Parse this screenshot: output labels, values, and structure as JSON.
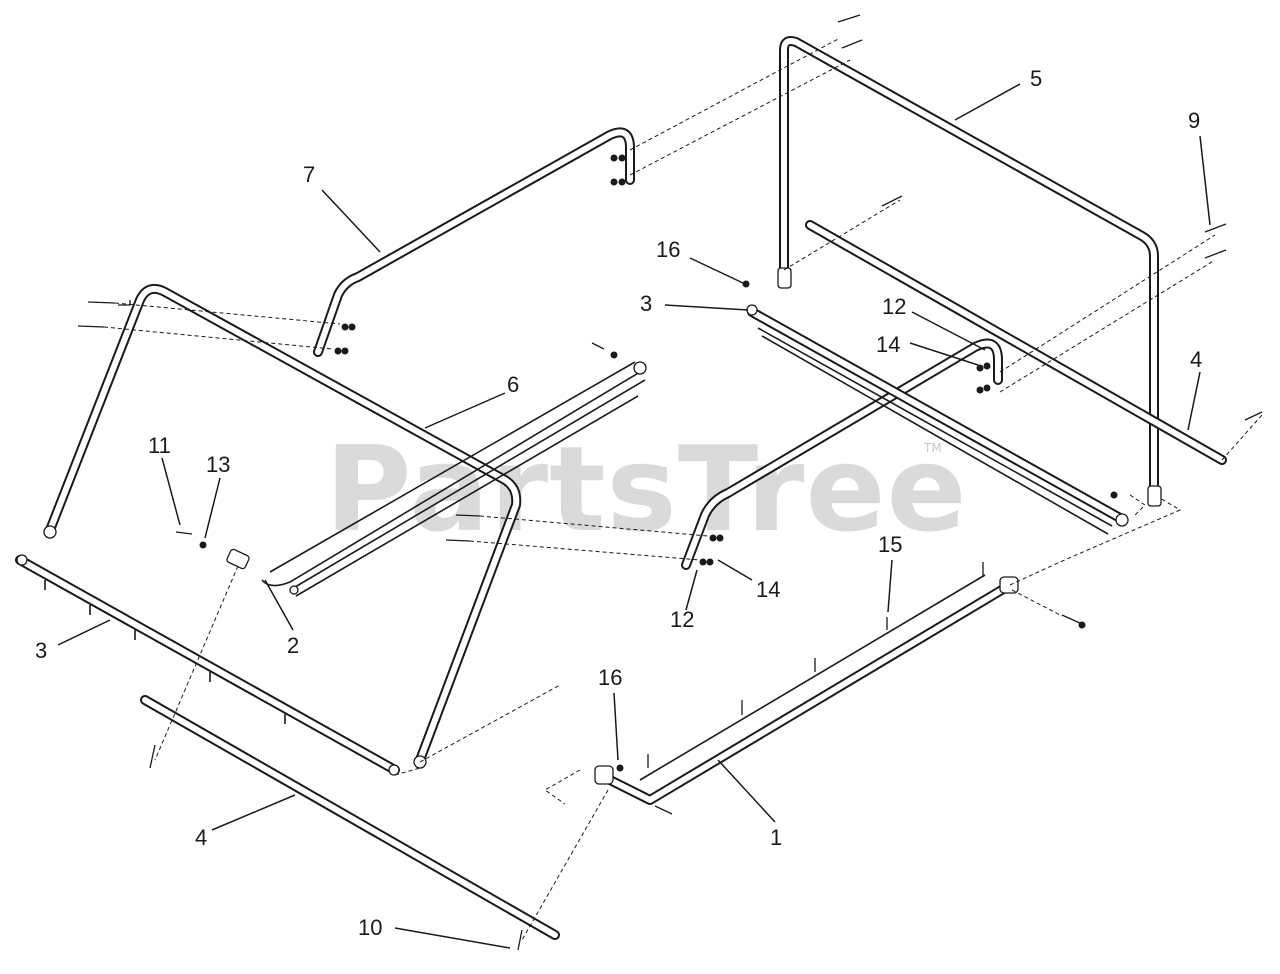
{
  "watermark": {
    "text": "PartsTree",
    "tm": "TM"
  },
  "callouts": {
    "c5": "5",
    "c9": "9",
    "c7": "7",
    "c16a": "16",
    "c3a": "3",
    "c12a": "12",
    "c14a": "14",
    "c4a": "4",
    "c6": "6",
    "c11": "11",
    "c13": "13",
    "c2": "2",
    "c3b": "3",
    "c12b": "12",
    "c14b": "14",
    "c15": "15",
    "c16b": "16",
    "c1": "1",
    "c4b": "4",
    "c10": "10"
  }
}
